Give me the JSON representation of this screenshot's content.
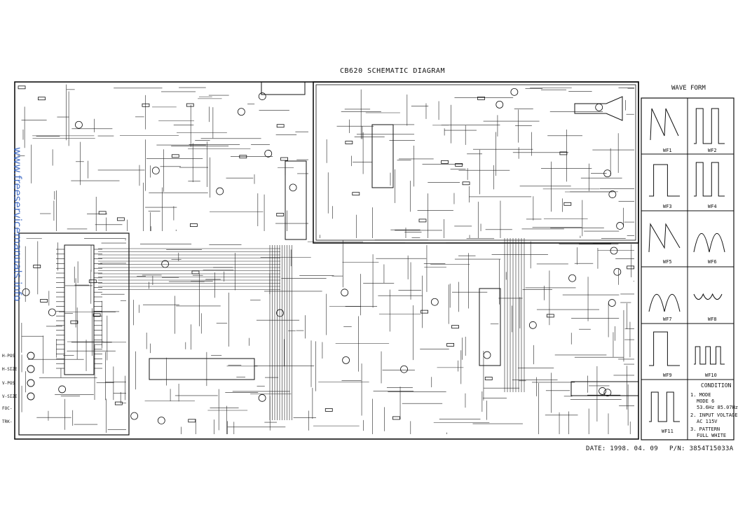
{
  "title": "CB620 SCHEMATIC DIAGRAM",
  "watermark": "www.freeservicemanuals.info",
  "waveform_panel": {
    "title": "WAVE FORM",
    "labels": [
      "WF1",
      "WF2",
      "WF3",
      "WF4",
      "WF5",
      "WF6",
      "WF7",
      "WF8",
      "WF9",
      "WF10",
      "WF11"
    ]
  },
  "condition": {
    "heading": "CONDITION",
    "lines": [
      "1. MODE",
      "MODE 6",
      "53.6Hz 85.07Hz",
      "2. INPUT VOLTAGE",
      "AC 115V",
      "3. PATTERN",
      "FULL WHITE"
    ]
  },
  "left_inputs": [
    "H-POS",
    "H-SIZE",
    "V-POS",
    "V-SIZE",
    "FOC-",
    "TRK-"
  ],
  "footer": {
    "date": "DATE: 1998. 04. 09",
    "part_number": "P/N: 3854T15033A"
  },
  "colors": {
    "ink": "#111111",
    "paper": "#ffffff",
    "watermark": "#2b5bbf"
  }
}
